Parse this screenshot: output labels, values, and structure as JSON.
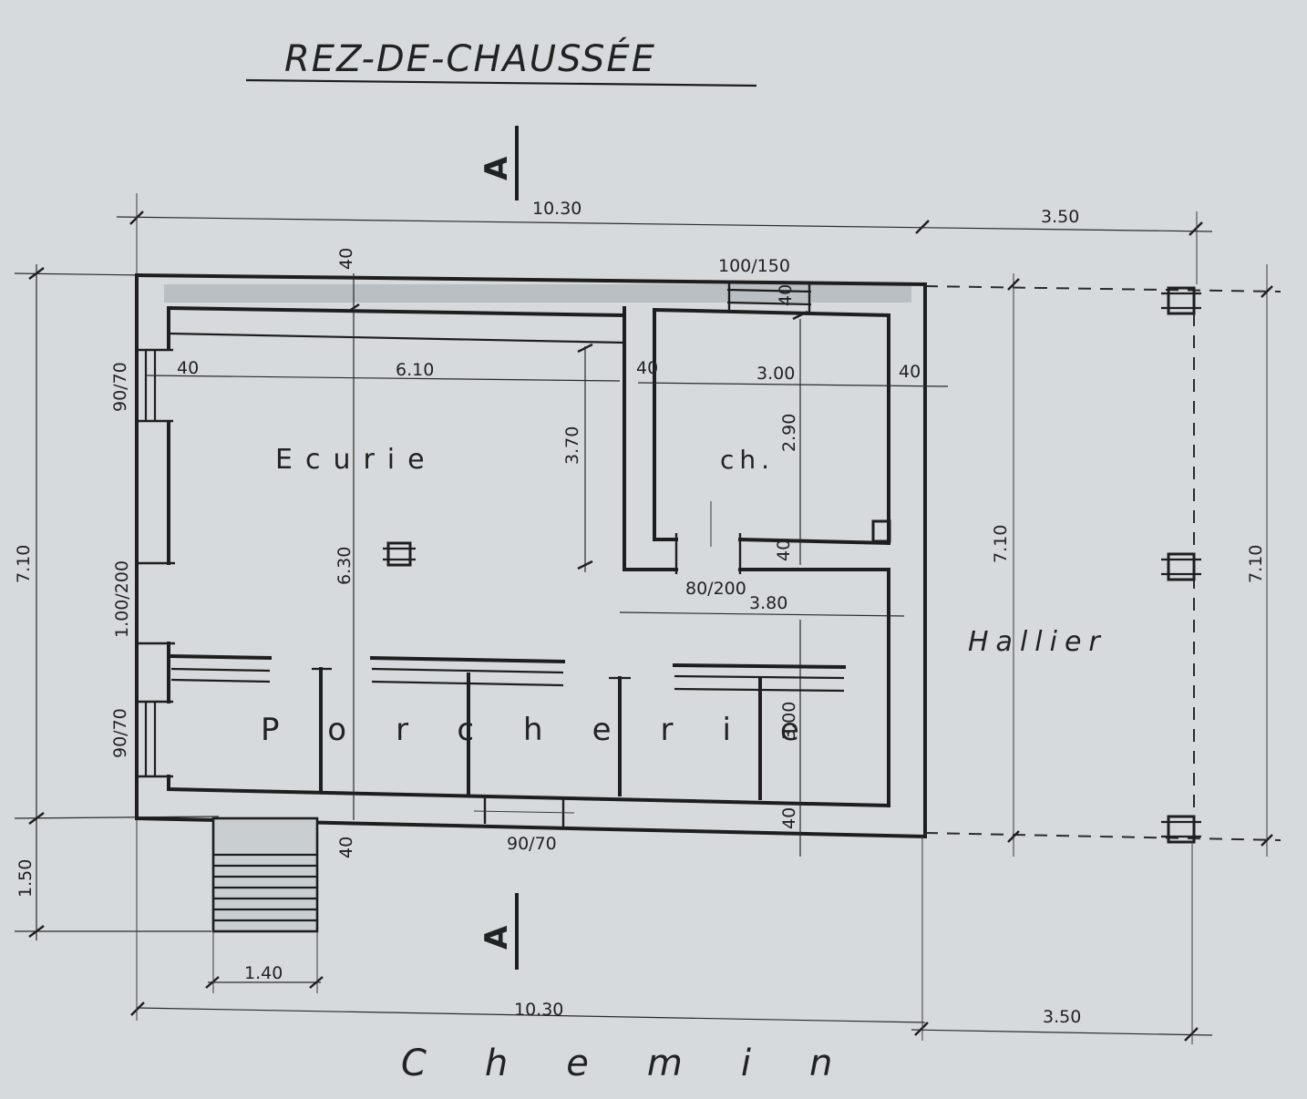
{
  "title": "REZ-DE-CHAUSSÉE",
  "section_marks": {
    "top": "A",
    "bottom": "A"
  },
  "rooms": {
    "ecurie": "Ecurie",
    "chambre": "ch.",
    "porcherie": "Porcherie",
    "hallier": "Hallier",
    "chemin": "Chemin"
  },
  "dimensions": {
    "overall_width_top": "10.30",
    "annex_width_top": "3.50",
    "overall_width_bottom": "10.30",
    "annex_width_bottom": "3.50",
    "wall_top": "40",
    "window_top_right": "100/150",
    "wall_top_right": "40",
    "wall_left_ecurie": "40",
    "ecurie_width": "6.10",
    "wall_mid": "40",
    "chambre_width": "3.00",
    "wall_right": "40",
    "window_left_top": "90/70",
    "ecurie_depth": "3.70",
    "chambre_depth": "2.90",
    "door_left": "1.00/200",
    "interior_depth": "6.30",
    "wall_chambre_bottom": "40",
    "door_chambre": "80/200",
    "porcherie_right_width": "3.80",
    "window_left_bottom": "90/70",
    "porcherie_depth": "3.00",
    "wall_bottom": "40",
    "wall_bottom_left": "40",
    "window_bottom": "90/70",
    "steps_width": "1.40",
    "total_depth_left": "7.10",
    "step_depth": "1.50",
    "annex_depth_inner": "7.10",
    "annex_depth_outer": "7.10"
  }
}
